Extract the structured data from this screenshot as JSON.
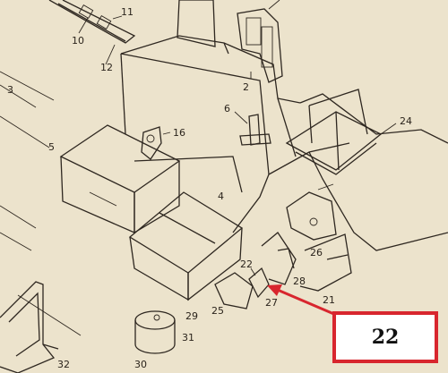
{
  "diagram": {
    "part_labels": [
      "11",
      "10",
      "12",
      "3",
      "2",
      "6",
      "24",
      "16",
      "5",
      "4",
      "22",
      "26",
      "28",
      "25",
      "27",
      "21",
      "29",
      "31",
      "30",
      "32"
    ],
    "callout_label": "22"
  },
  "colors": {
    "paper": "#ece3cc",
    "ink": "#2e2720",
    "callout_red": "#d8262e"
  }
}
